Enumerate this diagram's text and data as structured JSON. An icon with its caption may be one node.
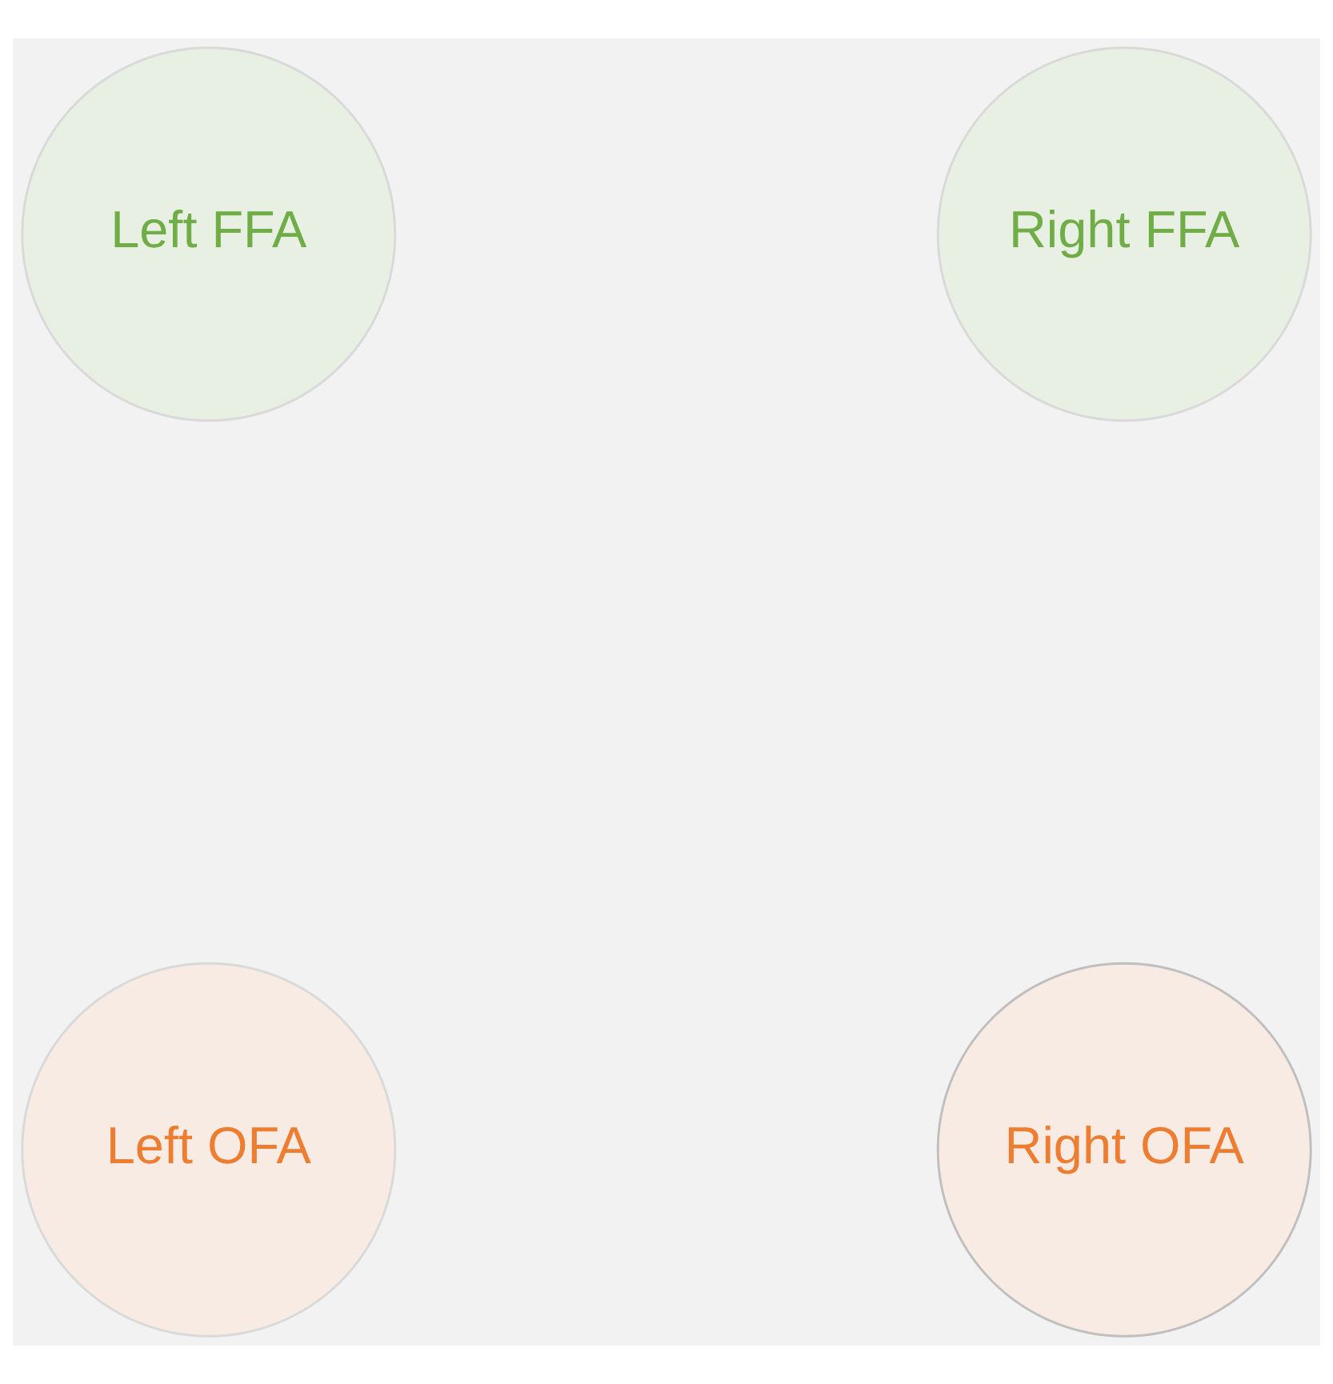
{
  "diagram": {
    "nodes": [
      {
        "text": [
          "Left FFA"
        ]
      },
      {
        "text": [
          "Right FFA"
        ]
      },
      {
        "text": [
          "Left OFA"
        ]
      },
      {
        "text": [
          "Right OFA"
        ]
      }
    ],
    "edges": []
  }
}
